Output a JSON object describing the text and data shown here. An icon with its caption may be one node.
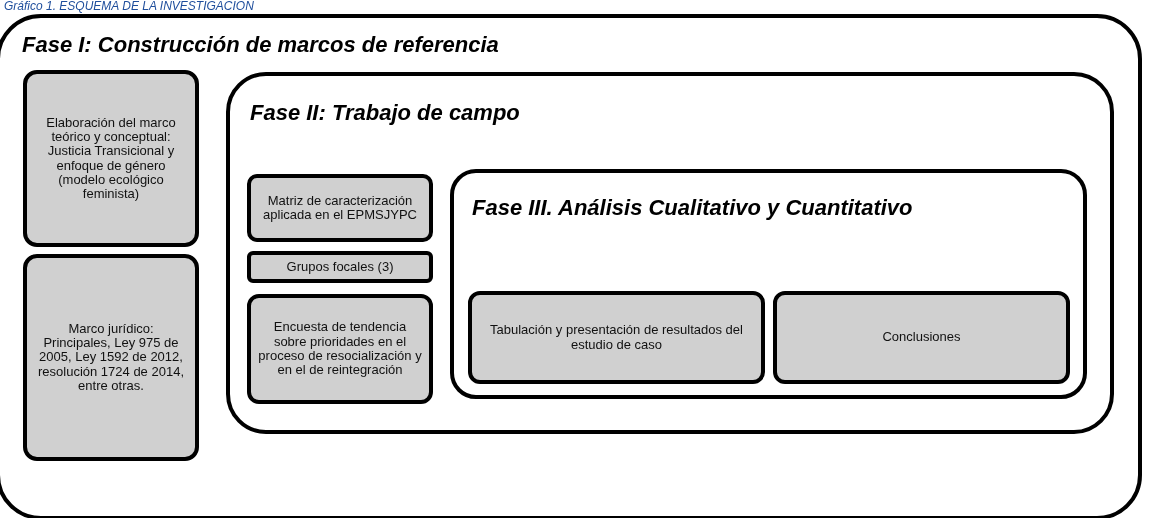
{
  "diagram": {
    "title": "Gráfico 1. ESQUEMA DE LA INVESTIGACIÓN",
    "nodes": [
      {
        "text": [
          "Fase I: Construcción de marcos de referencia"
        ]
      },
      {
        "text": [
          "Elaboración del marco teórico y conceptual: Justicia Transicional y enfoque de género (modelo ecológico feminista)"
        ],
        "in": 0
      },
      {
        "text": [
          "Marco jurídico: Principales, Ley 975 de 2005, Ley 1592 de 2012, resolución 1724 de 2014, entre otras."
        ],
        "in": 0
      },
      {
        "text": [
          "Fase II: Trabajo de campo"
        ],
        "in": 0
      },
      {
        "text": [
          "Matriz de caracterización aplicada en el EPMSJYPC"
        ],
        "in": 3
      },
      {
        "text": [
          "Grupos focales (3)"
        ],
        "in": 3
      },
      {
        "text": [
          "Encuesta de tendencia sobre prioridades en el proceso de resocialización y en el de reintegración"
        ],
        "in": 3
      },
      {
        "text": [
          "Fase III. Análisis Cualitativo y Cuantitativo"
        ],
        "in": 3
      },
      {
        "text": [
          "Tabulación y presentación de resultados del estudio de caso"
        ],
        "in": 7
      },
      {
        "text": [
          "Conclusiones"
        ],
        "in": 7
      }
    ]
  }
}
